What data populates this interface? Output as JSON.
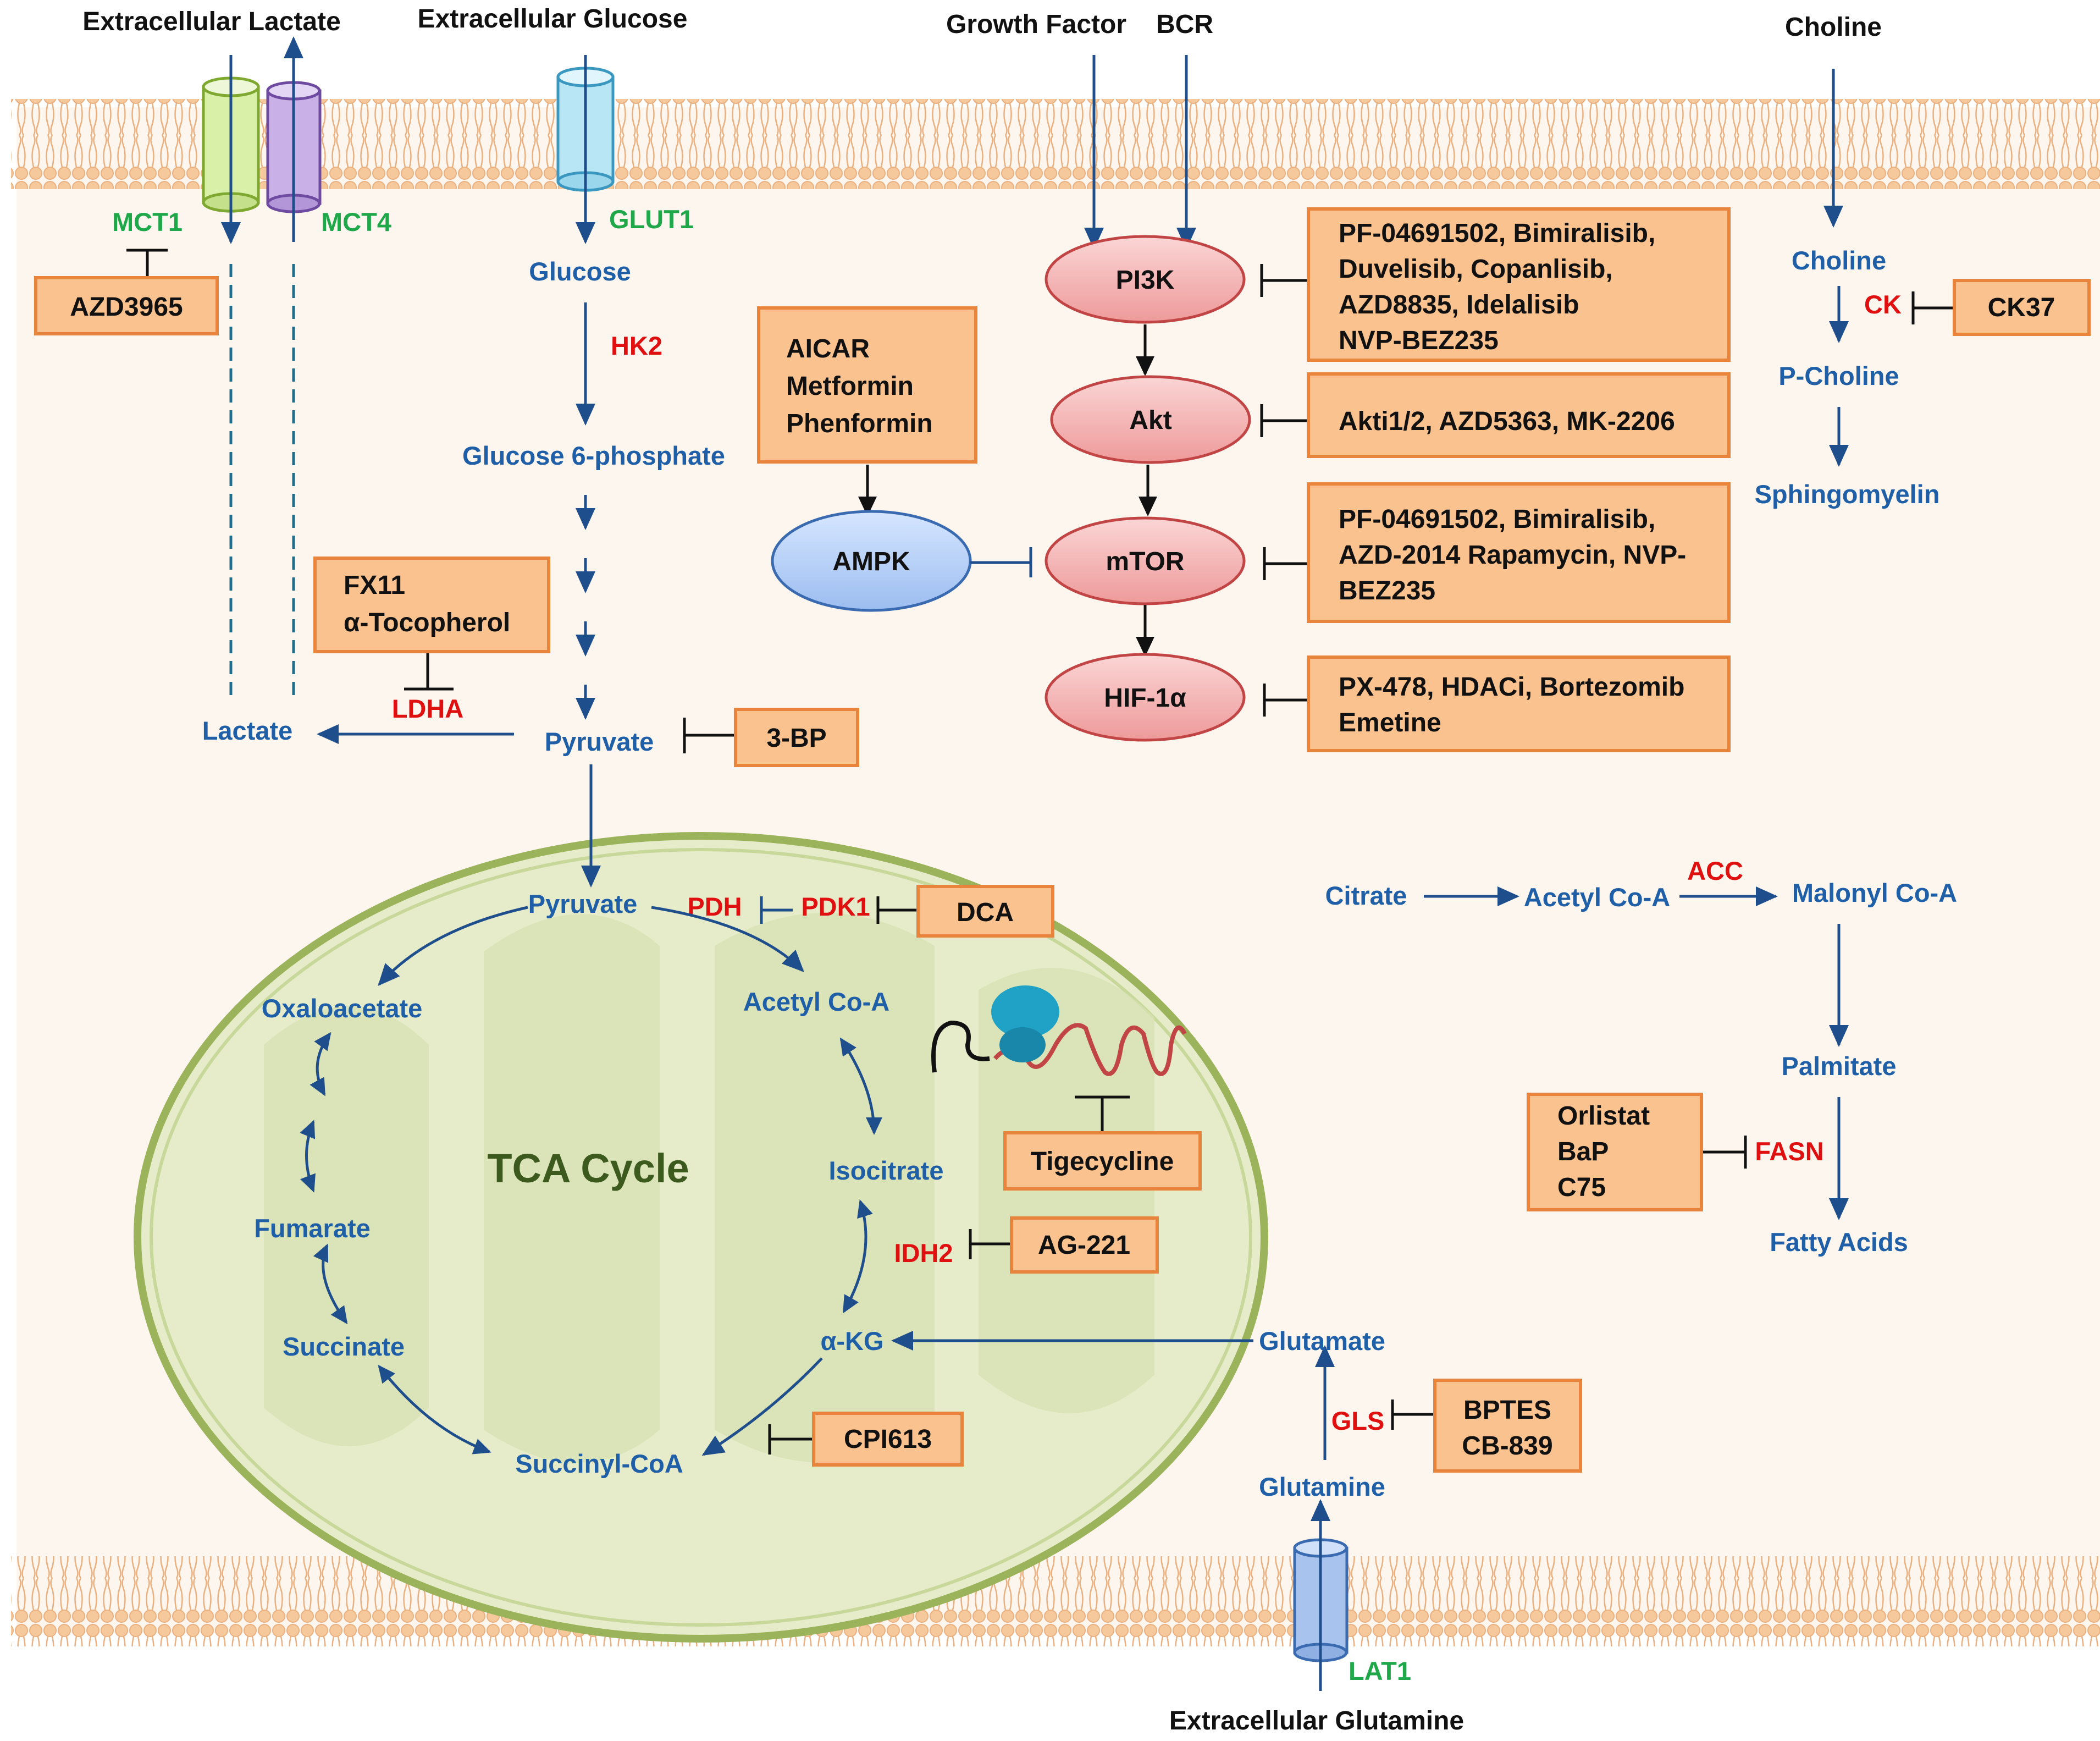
{
  "extracellular": {
    "lactate": "Extracellular  Lactate",
    "glucose": "Extracellular Glucose",
    "growth_factor": "Growth Factor",
    "bcr": "BCR",
    "choline": "Choline",
    "glutamine": "Extracellular  Glutamine"
  },
  "transporters": {
    "mct1": "MCT1",
    "mct4": "MCT4",
    "glut1": "GLUT1",
    "lat1": "LAT1"
  },
  "metabolites": {
    "glucose": "Glucose",
    "g6p": "Glucose  6-phosphate",
    "pyruvate": "Pyruvate",
    "lactate": "Lactate",
    "mito_pyruvate": "Pyruvate",
    "oxaloacetate": "Oxaloacetate",
    "acetyl_coa": "Acetyl Co-A",
    "fumarate": "Fumarate",
    "isocitrate": "Isocitrate",
    "succinate": "Succinate",
    "akg": "α-KG",
    "succinyl_coa": "Succinyl-CoA",
    "glutamate": "Glutamate",
    "glutamine": "Glutamine",
    "choline": "Choline",
    "p_choline": "P-Choline",
    "sphingomyelin": "Sphingomyelin",
    "citrate": "Citrate",
    "cyto_acetyl_coa": "Acetyl Co-A",
    "malonyl_coa": "Malonyl Co-A",
    "palmitate": "Palmitate",
    "fatty_acids": "Fatty Acids"
  },
  "enzymes": {
    "hk2": "HK2",
    "ldha": "LDHA",
    "pdh": "PDH",
    "pdk1": "PDK1",
    "idh2": "IDH2",
    "gls": "GLS",
    "ck": "CK",
    "acc": "ACC",
    "fasn": "FASN"
  },
  "signaling": {
    "pi3k": "PI3K",
    "akt": "Akt",
    "mtor": "mTOR",
    "hif": "HIF-1α",
    "ampk": "AMPK"
  },
  "tca_label": "TCA Cycle",
  "inhibitors": {
    "azd3965": [
      "AZD3965"
    ],
    "fx11": [
      "FX11",
      "α-Tocopherol"
    ],
    "bp3": [
      "3-BP"
    ],
    "aicar": [
      "AICAR",
      "Metformin",
      "Phenformin"
    ],
    "pi3k": [
      "PF-04691502, Bimiralisib,",
      "Duvelisib, Copanlisib,",
      "AZD8835, Idelalisib",
      "NVP-BEZ235"
    ],
    "akt": [
      "Akti1/2, AZD5363, MK-2206"
    ],
    "mtor": [
      "PF-04691502, Bimiralisib,",
      "AZD-2014 Rapamycin, NVP-",
      "BEZ235"
    ],
    "hif": [
      "PX-478, HDACi, Bortezomib",
      "Emetine"
    ],
    "ck37": [
      "CK37"
    ],
    "dca": [
      "DCA"
    ],
    "tigecycline": [
      "Tigecycline"
    ],
    "ag221": [
      "AG-221"
    ],
    "cpi613": [
      "CPI613"
    ],
    "bptes": [
      "BPTES",
      "CB-839"
    ],
    "orlistat": [
      "Orlistat",
      "BaP",
      "C75"
    ]
  },
  "colors": {
    "metabolite": "#1f5fa8",
    "enzyme": "#e01010",
    "transporter": "#1fa84a",
    "box_fill": "#f9c28e",
    "box_stroke": "#e8843b",
    "cell_fill": "#fdf6ee",
    "membrane": "#f6c99c",
    "mito_fill": "#e6ecc9",
    "mito_stroke": "#9bb35a"
  }
}
